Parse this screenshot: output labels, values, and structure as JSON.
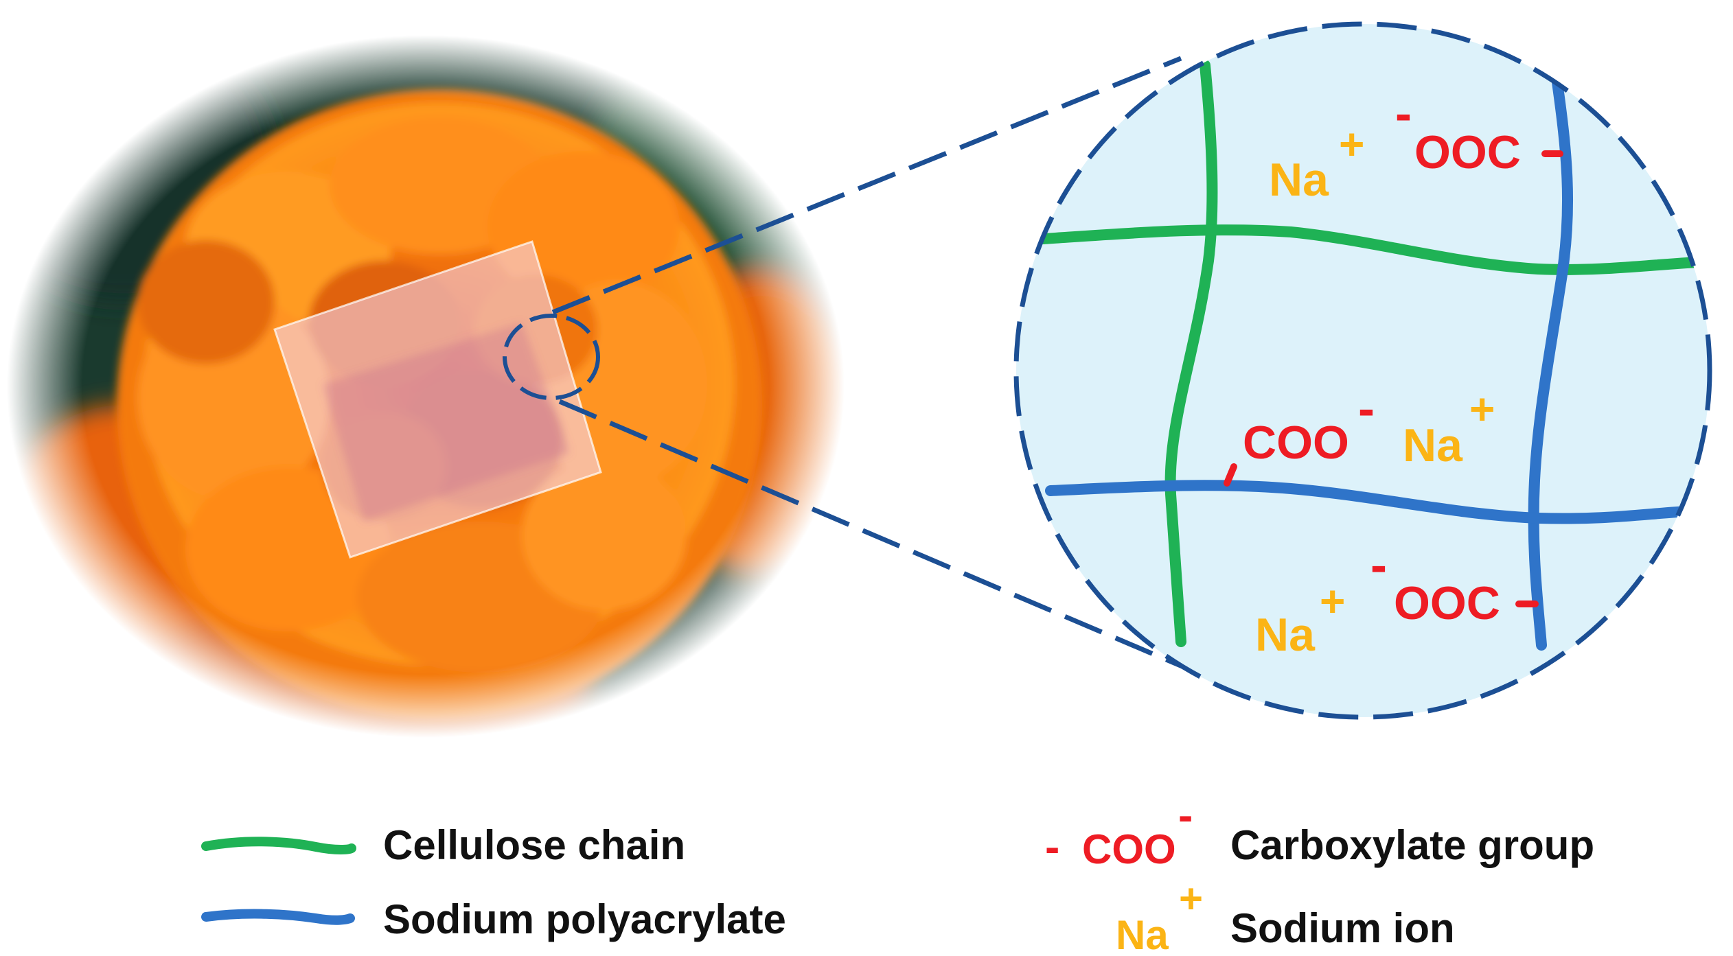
{
  "colors": {
    "cellulose": "#1fb255",
    "polyacrylate": "#2f74c9",
    "carboxylate": "#ee1c24",
    "sodium": "#fbb415",
    "outline": "#1c4f94",
    "zoom_fill": "#ddf2fa"
  },
  "zoom": {
    "na1": "Na",
    "na1_sup": "+",
    "ooc1_minus": "-",
    "ooc1": "OOC",
    "ooc1_bond": "-",
    "coo": "COO",
    "coo_sup": "-",
    "na2": "Na",
    "na2_sup": "+",
    "na3": "Na",
    "na3_sup": "+",
    "ooc2_minus": "-",
    "ooc2": "OOC",
    "ooc2_bond": "-"
  },
  "legend": {
    "cellulose_label": "Cellulose chain",
    "polyacrylate_label": "Sodium polyacrylate",
    "carboxylate_prefix": "-",
    "carboxylate_symbol": "COO",
    "carboxylate_sup": "-",
    "carboxylate_label": "Carboxylate group",
    "sodium_symbol": "Na",
    "sodium_sup": "+",
    "sodium_label": "Sodium ion"
  },
  "photo": {
    "subject": "orange marigold flower with transparent film sample"
  }
}
